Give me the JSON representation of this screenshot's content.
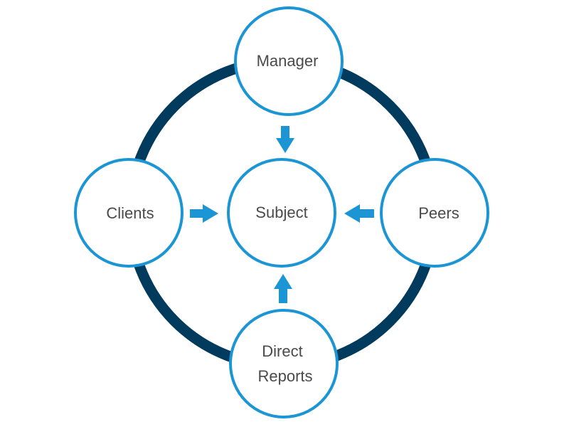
{
  "colors": {
    "ring": "#003a5d",
    "node_border": "#1b95d4",
    "arrow": "#1b95d4",
    "node_fill": "#ffffff",
    "text": "#4a4a4a"
  },
  "nodes": {
    "manager": {
      "label": "Manager"
    },
    "clients": {
      "label": "Clients"
    },
    "subject": {
      "label": "Subject"
    },
    "peers": {
      "label": "Peers"
    },
    "direct_reports": {
      "label_line1": "Direct",
      "label_line2": "Reports"
    }
  },
  "arrows": [
    {
      "from": "manager",
      "to": "subject",
      "icon": "arrow-down-icon"
    },
    {
      "from": "clients",
      "to": "subject",
      "icon": "arrow-right-icon"
    },
    {
      "from": "peers",
      "to": "subject",
      "icon": "arrow-left-icon"
    },
    {
      "from": "direct_reports",
      "to": "subject",
      "icon": "arrow-up-icon"
    }
  ]
}
